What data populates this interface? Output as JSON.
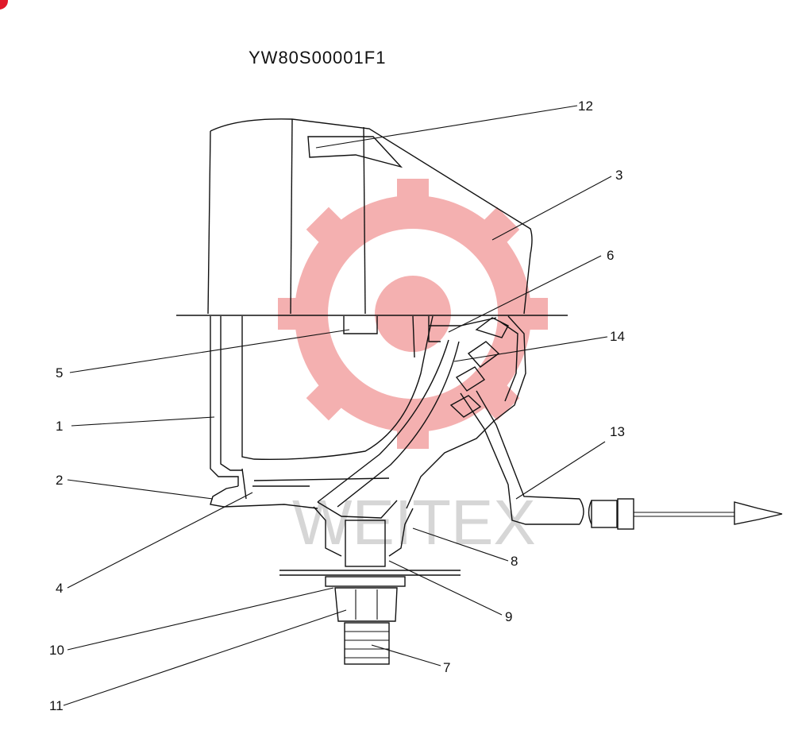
{
  "diagram": {
    "code": "YW80S00001F1",
    "watermark": {
      "text": "WEITEX",
      "gear_color": "#f3a3a3"
    },
    "corner_badge_color": "#e0192a",
    "callouts": [
      {
        "id": "c1",
        "text": "1"
      },
      {
        "id": "c2",
        "text": "2"
      },
      {
        "id": "c3",
        "text": "3"
      },
      {
        "id": "c4",
        "text": "4"
      },
      {
        "id": "c5",
        "text": "5"
      },
      {
        "id": "c6",
        "text": "6"
      },
      {
        "id": "c7",
        "text": "7"
      },
      {
        "id": "c8",
        "text": "8"
      },
      {
        "id": "c9",
        "text": "9"
      },
      {
        "id": "c10",
        "text": "10"
      },
      {
        "id": "c11",
        "text": "11"
      },
      {
        "id": "c12",
        "text": "12"
      },
      {
        "id": "c13",
        "text": "13"
      },
      {
        "id": "c14",
        "text": "14"
      }
    ]
  }
}
